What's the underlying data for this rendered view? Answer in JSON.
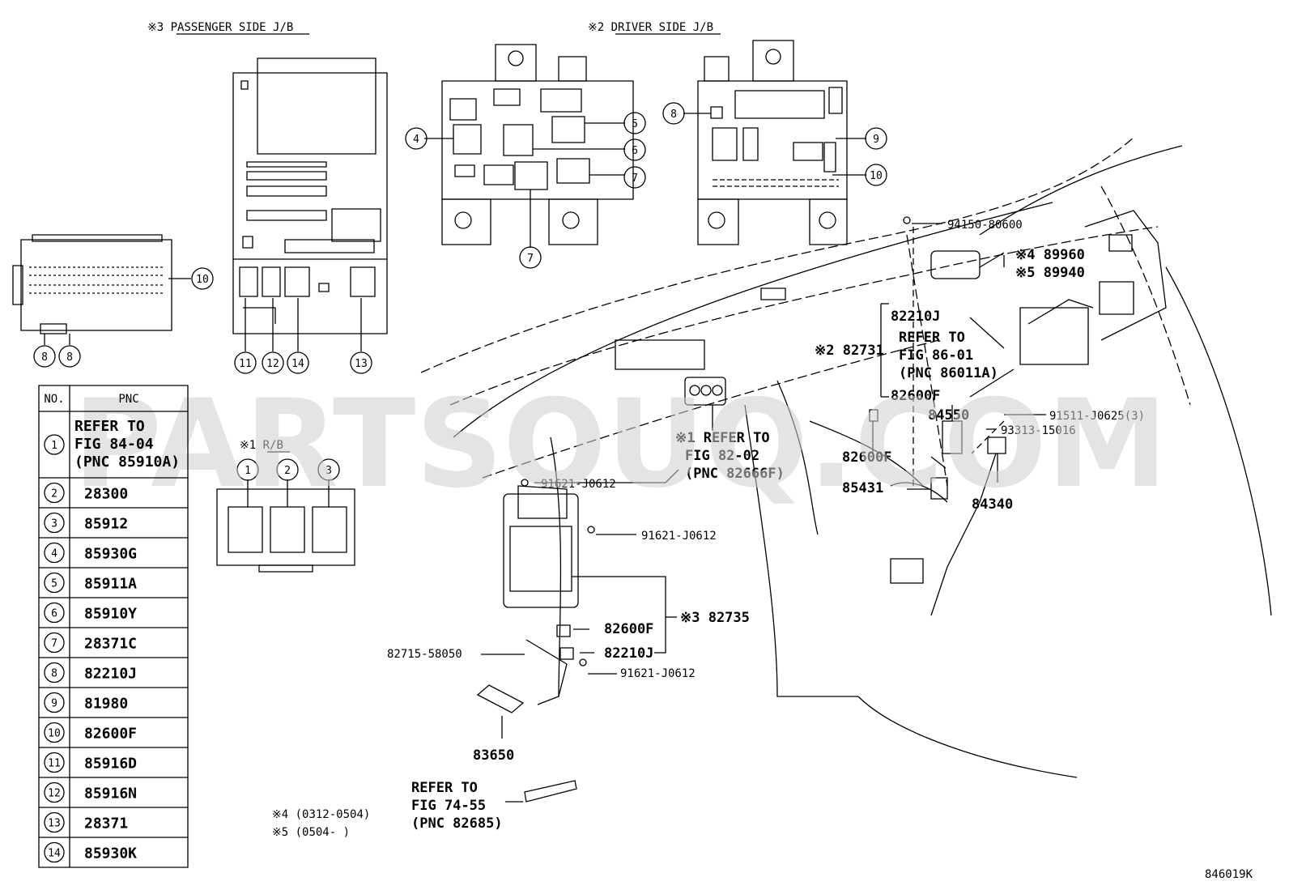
{
  "headers": {
    "passenger": "※3 PASSENGER SIDE J/B",
    "driver": "※2 DRIVER SIDE J/B",
    "rb": "※1 R/B"
  },
  "callouts": {
    "c4": "4",
    "c5": "5",
    "c6": "6",
    "c7a": "7",
    "c7b": "7",
    "c8a": "8",
    "c9": "9",
    "c10a": "10",
    "c10b": "10",
    "c8b": "8",
    "c8c": "8",
    "c11": "11",
    "c12": "12",
    "c14": "14",
    "c13": "13",
    "r1": "1",
    "r2": "2",
    "r3": "3"
  },
  "parts": {
    "p94150": "94150-80600",
    "p89960": "※4 89960",
    "p89940": "※5 89940",
    "p82210J_top": "82210J",
    "ref86_1": "REFER TO",
    "ref86_2": "FIG 86-01",
    "ref86_3": "(PNC 86011A)",
    "p82731": "※2 82731",
    "p82600F_top": "82600F",
    "p84550": "84550",
    "p91511": "91511-J0625(3)",
    "p93313": "93313-15016",
    "ref82_1": "※1 REFER TO",
    "ref82_2": "FIG 82-02",
    "ref82_3": "(PNC 82666F)",
    "p82600F_mid": "82600F",
    "p85431": "85431",
    "p84340": "84340",
    "p91621_a": "91621-J0612",
    "p91621_b": "91621-J0612",
    "p82735": "※3 82735",
    "p82600F_low": "82600F",
    "p82210J_low": "82210J",
    "p82715": "82715-58050",
    "p91621_c": "91621-J0612",
    "p83650": "83650",
    "ref74_1": "REFER TO",
    "ref74_2": "FIG 74-55",
    "ref74_3": "(PNC 82685)",
    "note4": "※4 (0312-0504)",
    "note5": "※5 (0504-     )",
    "fig_id": "846019K"
  },
  "watermark": "PARTSOUQ.COM",
  "table": {
    "col_no": "NO.",
    "col_pnc": "PNC",
    "rows": [
      {
        "no": "1",
        "pnc": [
          "REFER TO",
          "FIG 84-04",
          "(PNC 85910A)"
        ]
      },
      {
        "no": "2",
        "pnc": [
          "28300"
        ]
      },
      {
        "no": "3",
        "pnc": [
          "85912"
        ]
      },
      {
        "no": "4",
        "pnc": [
          "85930G"
        ]
      },
      {
        "no": "5",
        "pnc": [
          "85911A"
        ]
      },
      {
        "no": "6",
        "pnc": [
          "85910Y"
        ]
      },
      {
        "no": "7",
        "pnc": [
          "28371C"
        ]
      },
      {
        "no": "8",
        "pnc": [
          "82210J"
        ]
      },
      {
        "no": "9",
        "pnc": [
          "81980"
        ]
      },
      {
        "no": "10",
        "pnc": [
          "82600F"
        ]
      },
      {
        "no": "11",
        "pnc": [
          "85916D"
        ]
      },
      {
        "no": "12",
        "pnc": [
          "85916N"
        ]
      },
      {
        "no": "13",
        "pnc": [
          "28371"
        ]
      },
      {
        "no": "14",
        "pnc": [
          "85930K"
        ]
      }
    ]
  }
}
